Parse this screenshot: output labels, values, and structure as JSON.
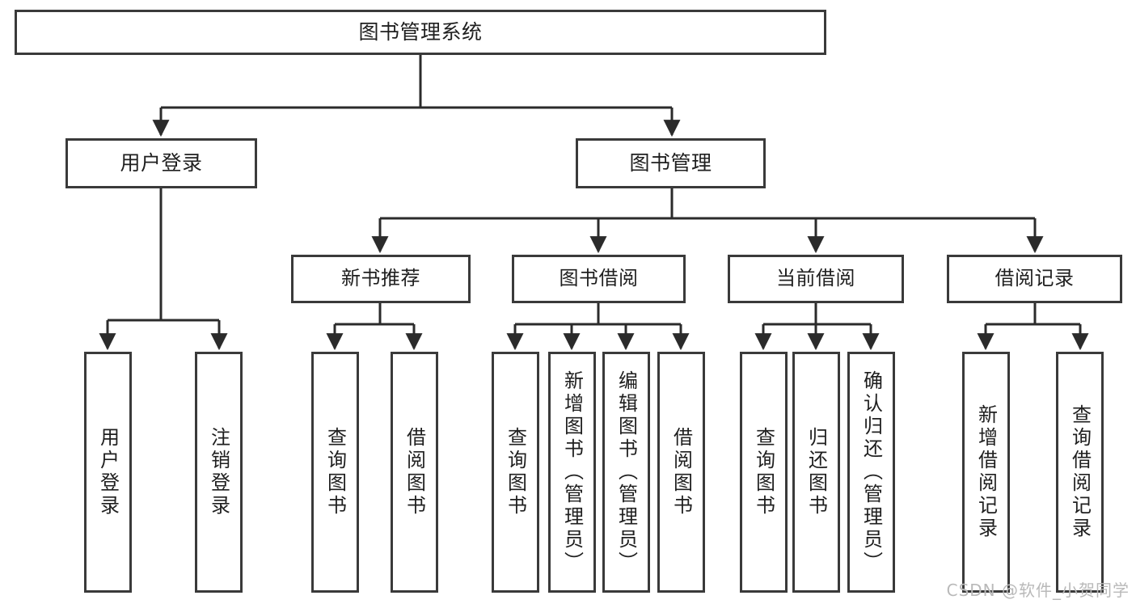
{
  "diagram": {
    "title": "图书管理系统",
    "type": "tree-hierarchy-chart",
    "watermark": "CSDN @软件_小贺同学",
    "colors": {
      "background": "#ffffff",
      "box_border": "#3a3a3a",
      "box_fill": "#ffffff",
      "text": "#1f1f1f",
      "edge": "#2b2b2b",
      "watermark": "#b9b9b9"
    },
    "root": {
      "label": "图书管理系统"
    },
    "level2": [
      {
        "label": "用户登录"
      },
      {
        "label": "图书管理"
      }
    ],
    "level3": [
      {
        "label": "新书推荐"
      },
      {
        "label": "图书借阅"
      },
      {
        "label": "当前借阅"
      },
      {
        "label": "借阅记录"
      }
    ],
    "leaves": {
      "user_login": [
        {
          "label": "用户登录"
        },
        {
          "label": "注销登录"
        }
      ],
      "new_book": [
        {
          "label": "查询图书"
        },
        {
          "label": "借阅图书"
        }
      ],
      "book_borrow": [
        {
          "label": "查询图书"
        },
        {
          "label": "新增图书（管理员）"
        },
        {
          "label": "编辑图书（管理员）"
        },
        {
          "label": "借阅图书"
        }
      ],
      "current_borrow": [
        {
          "label": "查询图书"
        },
        {
          "label": "归还图书"
        },
        {
          "label": "确认归还（管理员）"
        }
      ],
      "borrow_record": [
        {
          "label": "新增借阅记录"
        },
        {
          "label": "查询借阅记录"
        }
      ]
    }
  }
}
